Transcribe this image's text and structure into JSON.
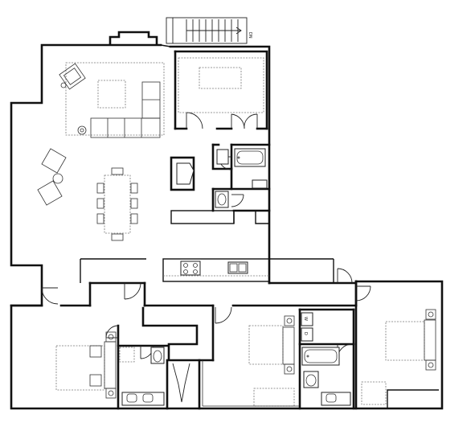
{
  "plan": {
    "stair_label": "DN",
    "washer_label": "W",
    "dryer_label": "D"
  }
}
